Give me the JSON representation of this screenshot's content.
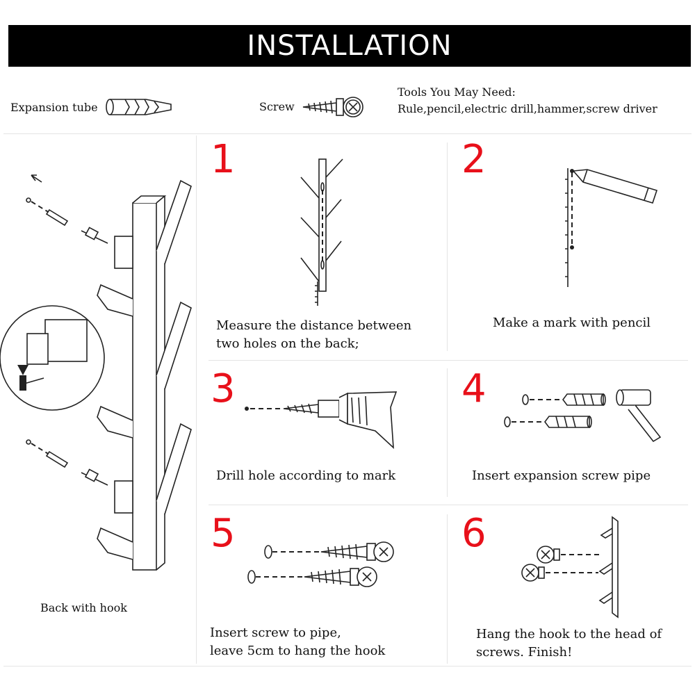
{
  "header": {
    "title": "INSTALLATION"
  },
  "parts": {
    "expansion_tube_label": "Expansion tube",
    "screw_label": "Screw",
    "tools_heading": "Tools You May Need:",
    "tools_list": "Rule,pencil,electric drill,hammer,screw driver"
  },
  "left_panel": {
    "caption": "Back with hook"
  },
  "steps": [
    {
      "number": "1",
      "line1": "Measure the distance between",
      "line2": "two holes on the back;"
    },
    {
      "number": "2",
      "line1": "Make a mark with pencil",
      "line2": ""
    },
    {
      "number": "3",
      "line1": "Drill hole according to mark",
      "line2": ""
    },
    {
      "number": "4",
      "line1": "Insert expansion screw pipe",
      "line2": ""
    },
    {
      "number": "5",
      "line1": "Insert screw to pipe,",
      "line2": "leave 5cm to hang the hook"
    },
    {
      "number": "6",
      "line1": "Hang the hook to the head of",
      "line2": "screws. Finish!"
    }
  ],
  "colors": {
    "banner": "#000000",
    "step_number": "#e8101a"
  }
}
